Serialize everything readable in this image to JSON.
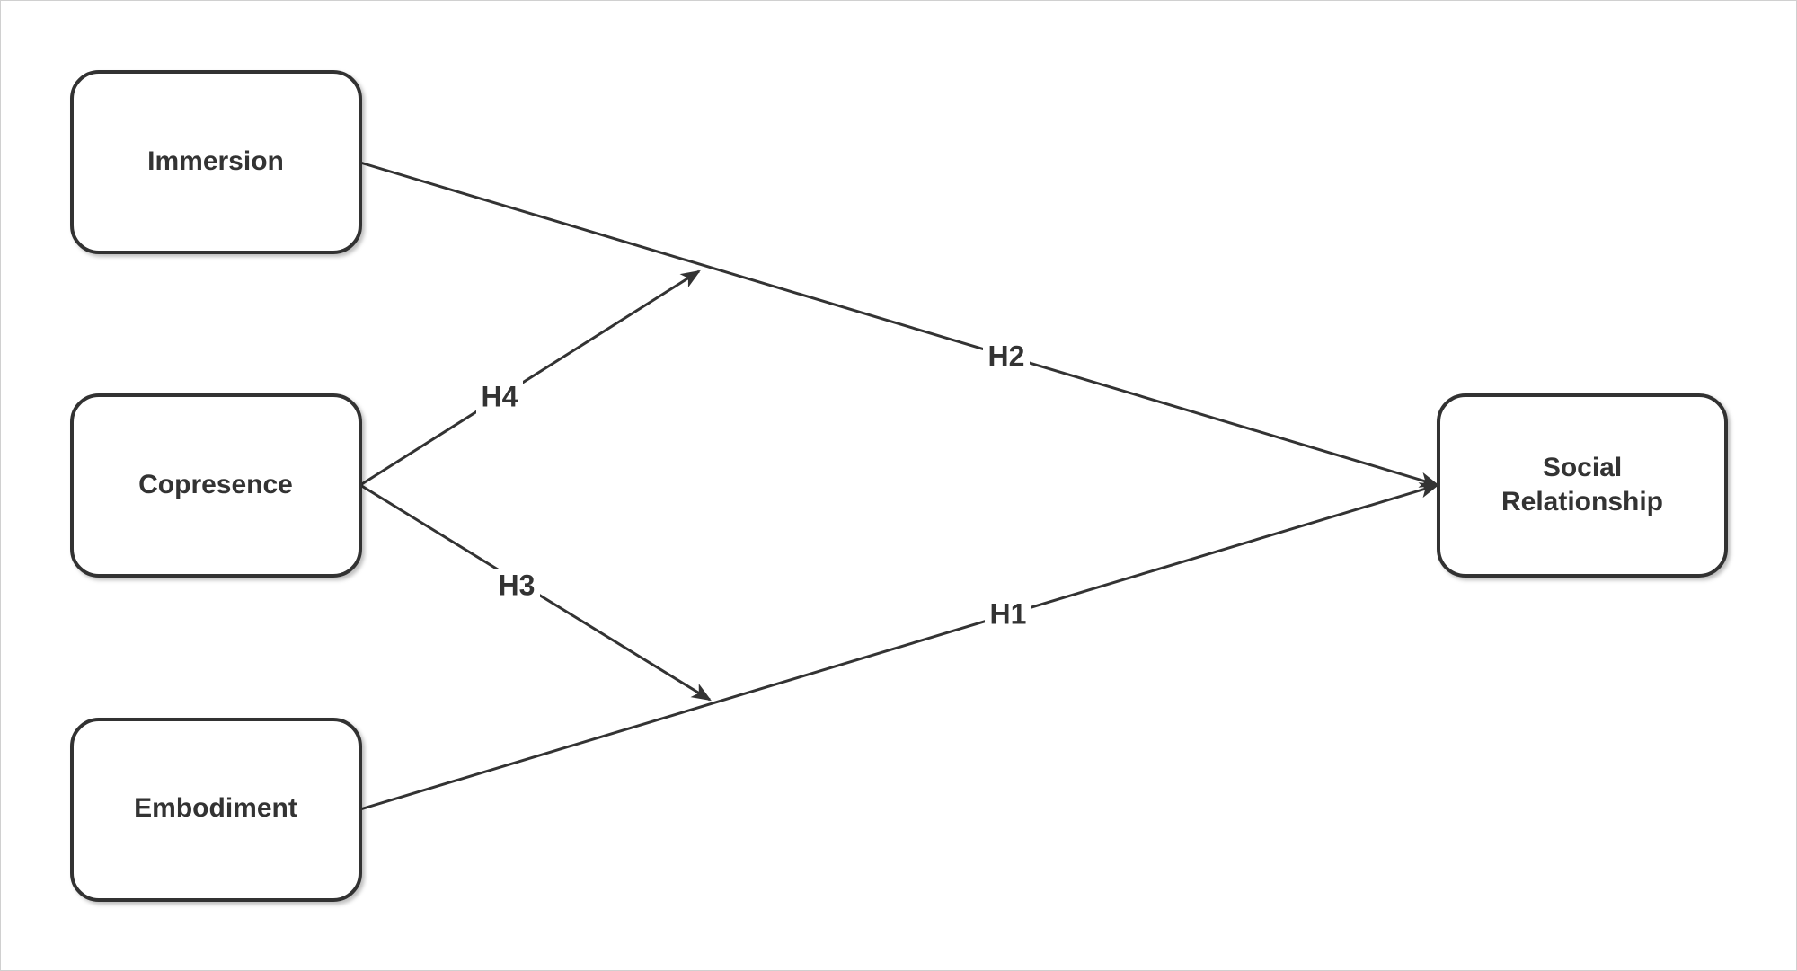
{
  "nodes": {
    "immersion": "Immersion",
    "copresence": "Copresence",
    "embodiment": "Embodiment",
    "social_line1": "Social",
    "social_line2": "Relationship"
  },
  "edges": {
    "h1": "H1",
    "h2": "H2",
    "h3": "H3",
    "h4": "H4"
  },
  "colors": {
    "stroke": "#333333"
  }
}
